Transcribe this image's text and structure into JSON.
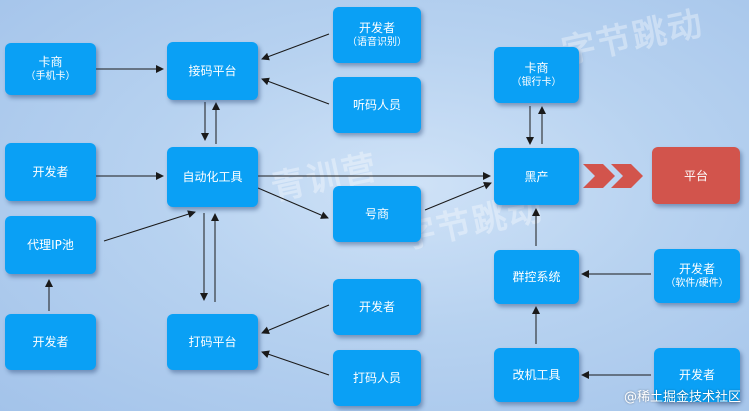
{
  "watermark": {
    "line1": "字节跳动",
    "line2": "青训营",
    "line3": "字节跳动"
  },
  "credit": "@稀土掘金技术社区",
  "nodes": {
    "card_merchant_phone": {
      "title": "卡商",
      "sub": "（手机卡）"
    },
    "dev_left_top": {
      "title": "开发者"
    },
    "proxy_ip_pool": {
      "title": "代理IP池"
    },
    "dev_left_bottom": {
      "title": "开发者"
    },
    "code_receive_platform": {
      "title": "接码平台"
    },
    "automation_tool": {
      "title": "自动化工具"
    },
    "captcha_platform": {
      "title": "打码平台"
    },
    "dev_voice": {
      "title": "开发者",
      "sub": "（语音识别）"
    },
    "listen_code_staff": {
      "title": "听码人员"
    },
    "account_merchant": {
      "title": "号商"
    },
    "dev_captcha": {
      "title": "开发者"
    },
    "captcha_staff": {
      "title": "打码人员"
    },
    "card_merchant_bank": {
      "title": "卡商",
      "sub": "（银行卡）"
    },
    "black_market": {
      "title": "黑产"
    },
    "group_control": {
      "title": "群控系统"
    },
    "device_mod_tool": {
      "title": "改机工具"
    },
    "dev_sw_hw": {
      "title": "开发者",
      "sub": "（软件/硬件）"
    },
    "dev_device_mod": {
      "title": "开发者"
    },
    "platform": {
      "title": "平台"
    }
  },
  "colors": {
    "node": "#0aa0f5",
    "platform": "#d2544c",
    "arrow_chevron": "#d2544c",
    "edge": "#1a1a1a"
  }
}
